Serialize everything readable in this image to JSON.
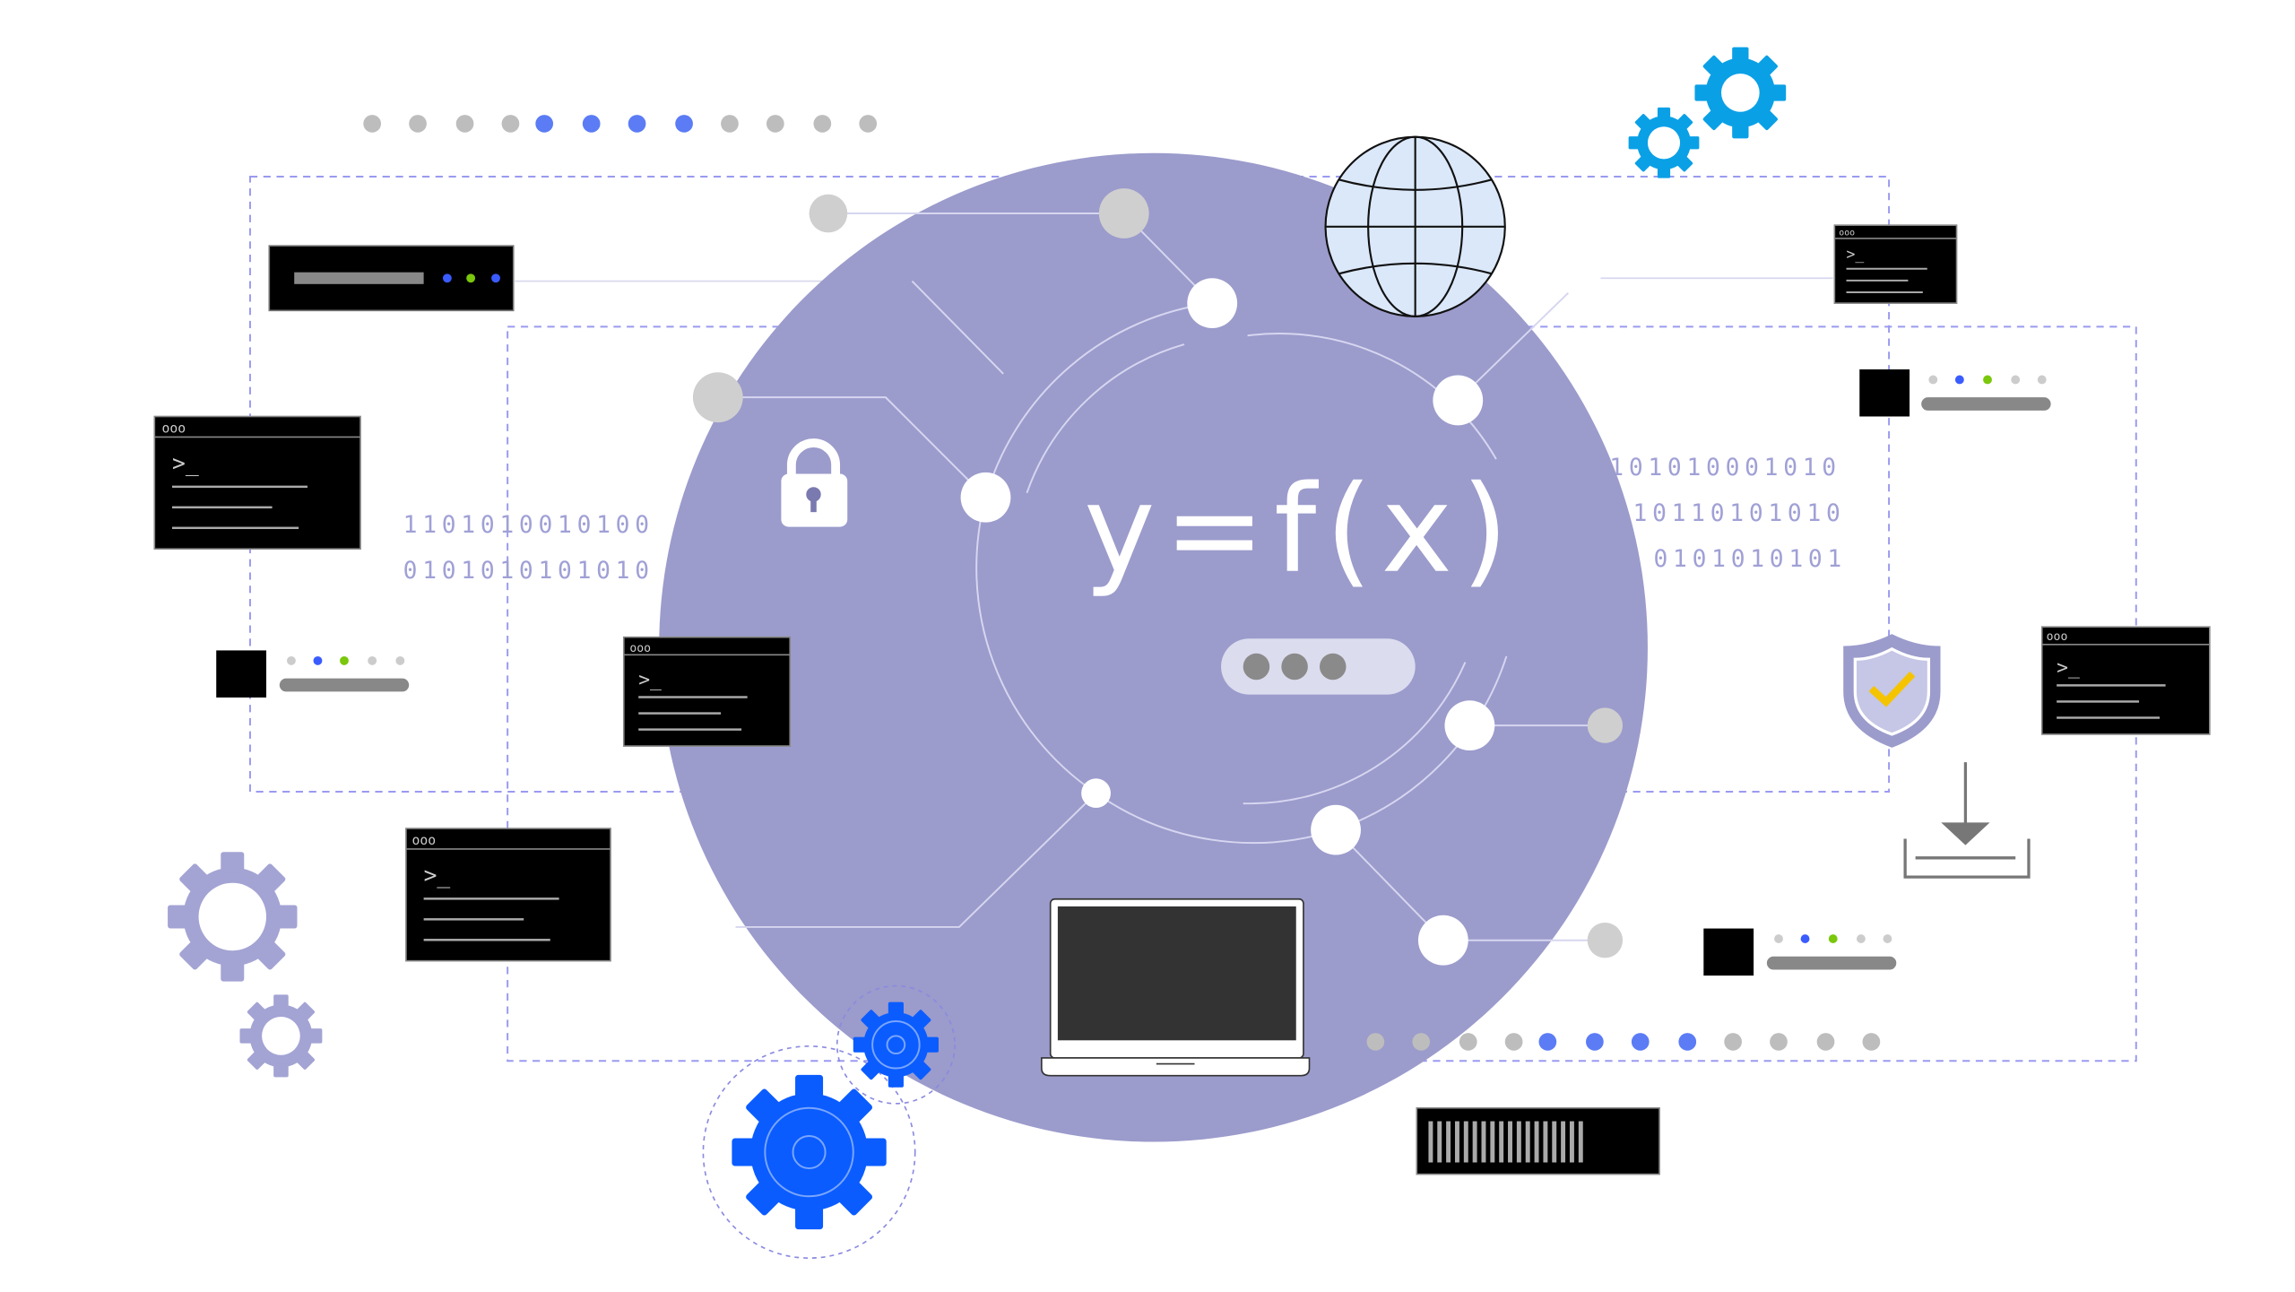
{
  "formula": "y=f(x)",
  "binary_left": [
    "1101010010100",
    "0101010101010"
  ],
  "binary_right": [
    "101010001010",
    "10110101010",
    "0101010101"
  ],
  "terminal_prompt": ">_",
  "window_dots": "ooo",
  "colors": {
    "circle": "#9b9bcc",
    "accent_blue": "#0a5cff",
    "cyan_gear": "#0aa0e6",
    "lavender_gear": "#a3a3d4",
    "dash_line": "#9a9af0",
    "dot_blue": "#5b7cf5",
    "dot_gray": "#bdbdbd",
    "check": "#f5c400"
  },
  "icons": [
    "globe-icon",
    "lock-icon",
    "shield-check-icon",
    "download-icon",
    "laptop-icon",
    "gear-icon",
    "terminal-icon",
    "server-icon"
  ]
}
